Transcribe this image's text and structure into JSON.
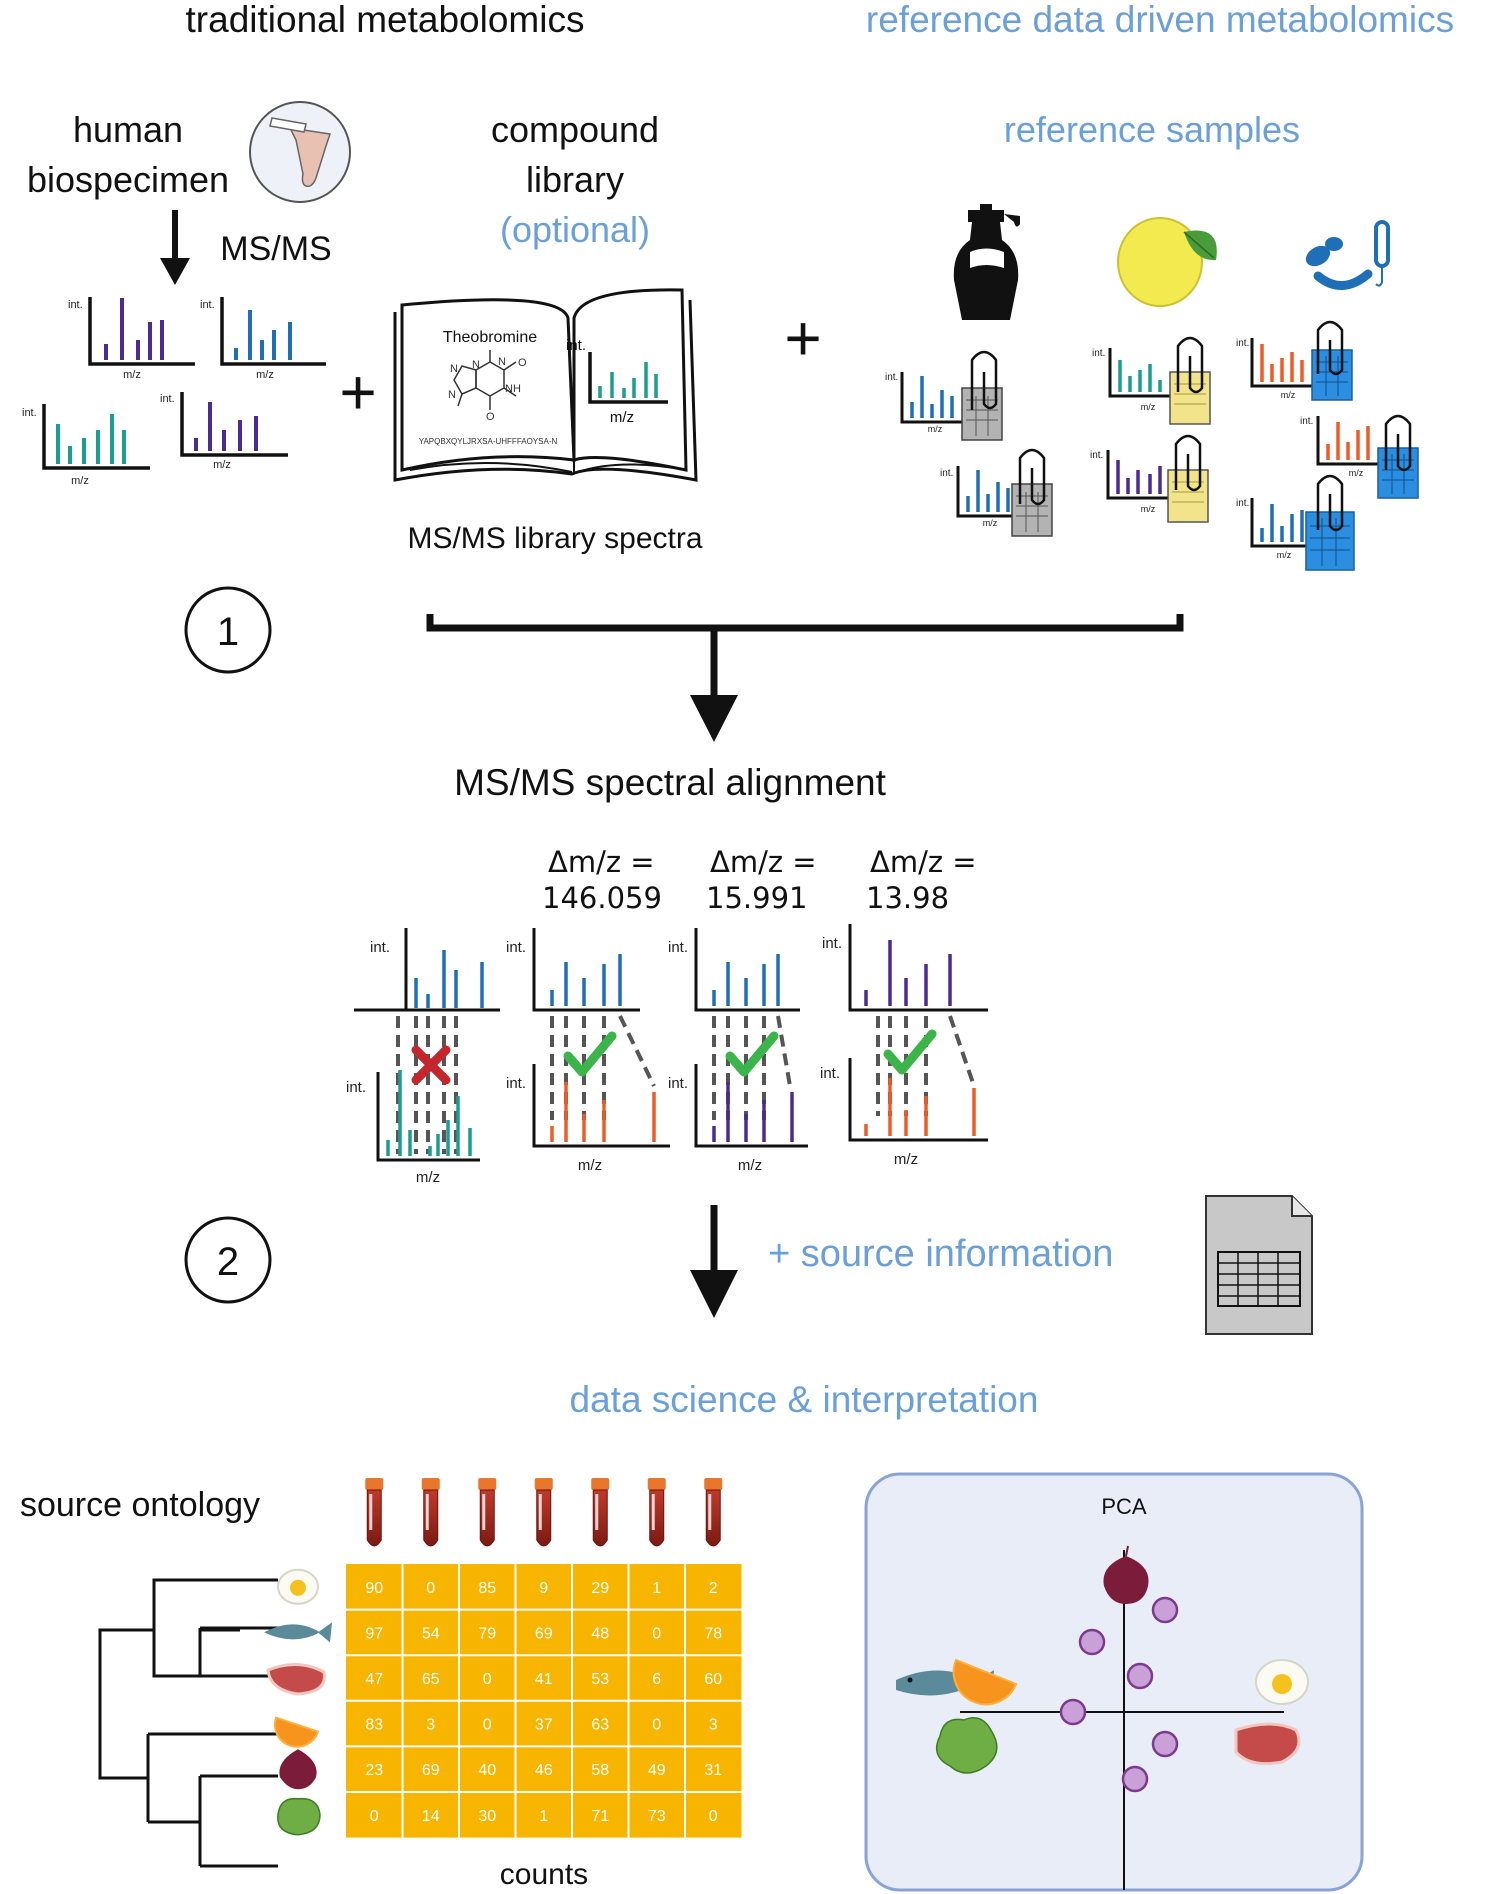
{
  "headings": {
    "traditional": "traditional metabolomics",
    "reference_driven": "reference data driven metabolomics"
  },
  "inputs": {
    "biospecimen_line1": "human",
    "biospecimen_line2": "biospecimen",
    "msms": "MS/MS",
    "library_line1": "compound",
    "library_line2": "library",
    "library_optional": "(optional)",
    "reference_samples": "reference samples",
    "library_caption": "MS/MS library spectra",
    "book_compound": "Theobromine",
    "book_inchikey": "YAPQBXQYLJRXSA-UHFFFAOYSA-N",
    "plus": "+"
  },
  "axis": {
    "int": "int.",
    "mz": "m/z"
  },
  "steps": {
    "step1": "1",
    "step2": "2",
    "alignment": "MS/MS spectral alignment",
    "source_information": "+ source information",
    "data_science": "data science & interpretation"
  },
  "alignment_deltas": [
    {
      "line1": "Δm/z =",
      "line2": "146.059"
    },
    {
      "line1": "Δm/z =",
      "line2": "15.991"
    },
    {
      "line1": "Δm/z =",
      "line2": "13.98"
    }
  ],
  "ontology": {
    "title": "source ontology",
    "counts_label": "counts",
    "rows": [
      "egg-icon",
      "fish-icon",
      "meat-icon",
      "orange-icon",
      "onion-icon",
      "lettuce-icon"
    ],
    "table": [
      [
        90,
        0,
        85,
        9,
        29,
        1,
        2
      ],
      [
        97,
        54,
        79,
        69,
        48,
        0,
        78
      ],
      [
        47,
        65,
        0,
        41,
        53,
        6,
        60
      ],
      [
        83,
        3,
        0,
        37,
        63,
        0,
        3
      ],
      [
        23,
        69,
        40,
        46,
        58,
        49,
        31
      ],
      [
        0,
        14,
        30,
        1,
        71,
        73,
        0
      ]
    ]
  },
  "pca": {
    "title": "PCA"
  },
  "colors": {
    "blue_text": "#6a9fd8",
    "purple": "#4b2a91",
    "blue": "#1f6fb8",
    "teal": "#1a9e8f",
    "orange": "#f15a24",
    "green_check": "#3bb54a",
    "red_cross": "#c1272d",
    "table_yellow": "#f7b500",
    "pca_bg": "#e8edf8",
    "pca_border": "#8aa3d6",
    "pca_point": "#c9a0d8"
  }
}
